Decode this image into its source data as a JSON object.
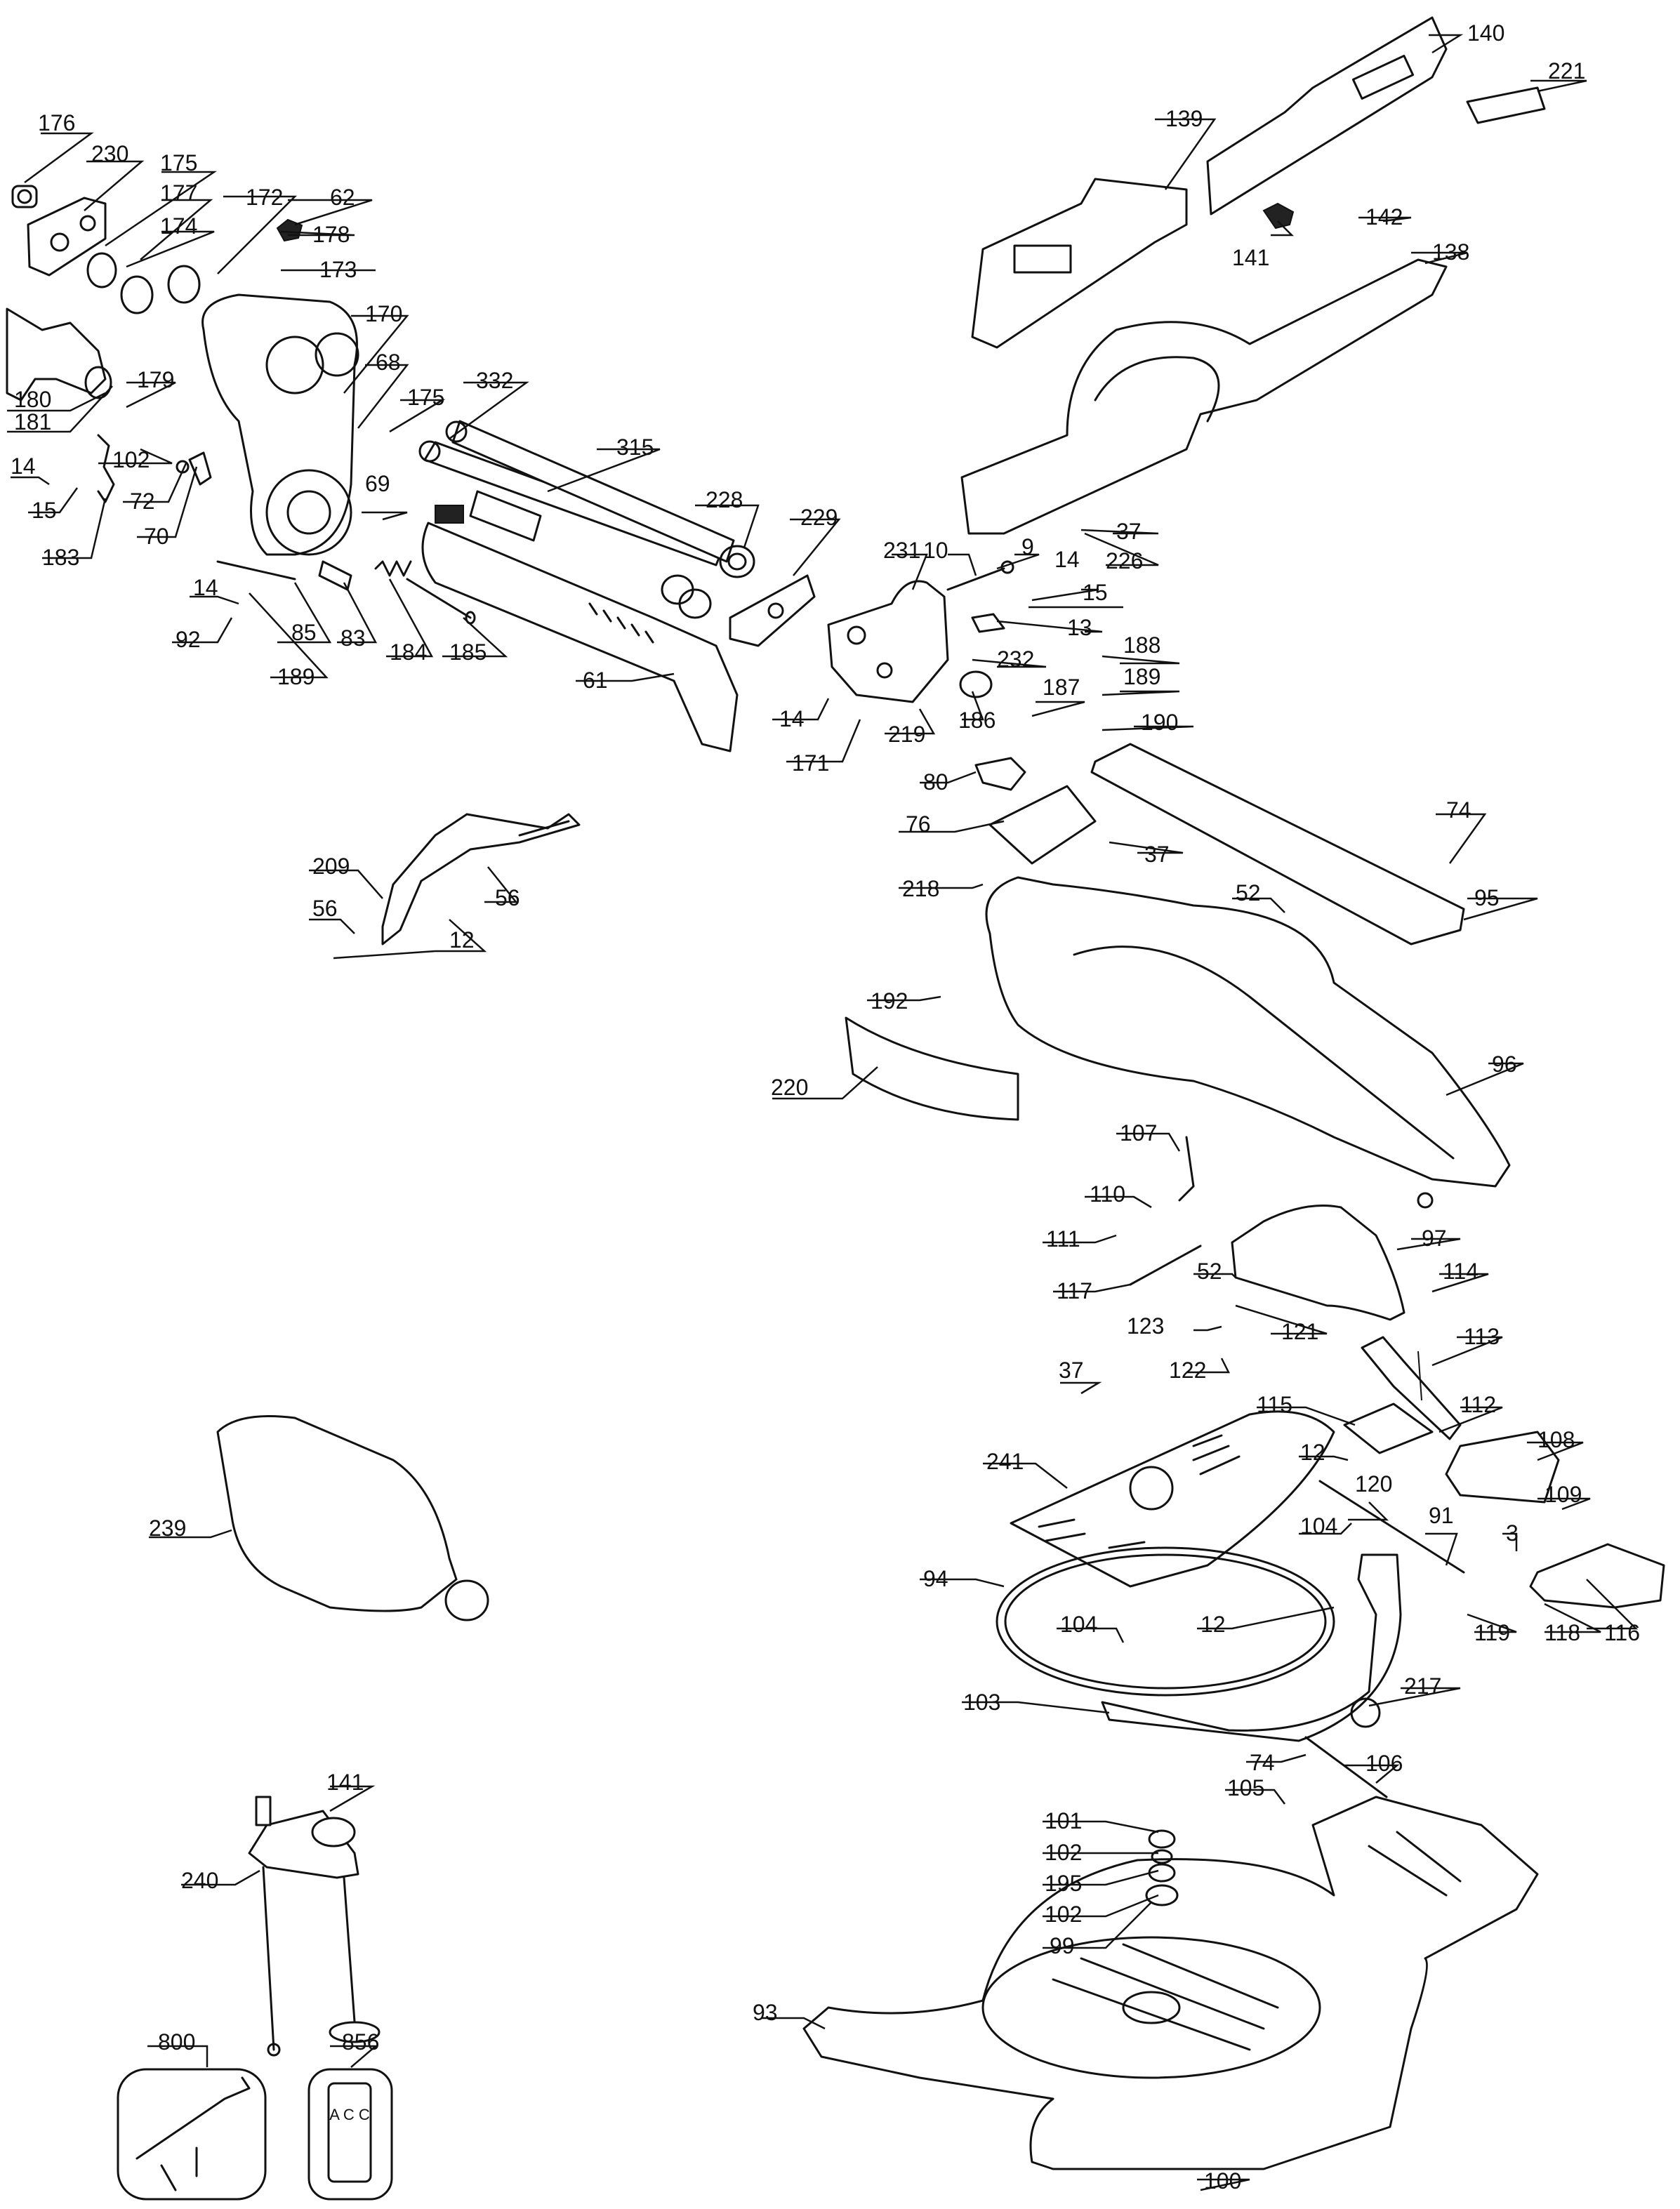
{
  "callouts": [
    {
      "id": "label-176",
      "text": "176"
    },
    {
      "id": "label-230",
      "text": "230"
    },
    {
      "id": "label-175a",
      "text": "175"
    },
    {
      "id": "label-177",
      "text": "177"
    },
    {
      "id": "label-174",
      "text": "174"
    },
    {
      "id": "label-172",
      "text": "172"
    },
    {
      "id": "label-62",
      "text": "62"
    },
    {
      "id": "label-178",
      "text": "178"
    },
    {
      "id": "label-173",
      "text": "173"
    },
    {
      "id": "label-170",
      "text": "170"
    },
    {
      "id": "label-68",
      "text": "68"
    },
    {
      "id": "label-175b",
      "text": "175"
    },
    {
      "id": "label-332",
      "text": "332"
    },
    {
      "id": "label-315",
      "text": "315"
    },
    {
      "id": "label-228",
      "text": "228"
    },
    {
      "id": "label-229",
      "text": "229"
    },
    {
      "id": "label-231",
      "text": "231"
    },
    {
      "id": "label-10",
      "text": "10"
    },
    {
      "id": "label-9",
      "text": "9"
    },
    {
      "id": "label-37a",
      "text": "37"
    },
    {
      "id": "label-226",
      "text": "226"
    },
    {
      "id": "label-14a",
      "text": "14"
    },
    {
      "id": "label-15a",
      "text": "15"
    },
    {
      "id": "label-13",
      "text": "13"
    },
    {
      "id": "label-232",
      "text": "232"
    },
    {
      "id": "label-188",
      "text": "188"
    },
    {
      "id": "label-189a",
      "text": "189"
    },
    {
      "id": "label-187",
      "text": "187"
    },
    {
      "id": "label-190",
      "text": "190"
    },
    {
      "id": "label-186",
      "text": "186"
    },
    {
      "id": "label-219",
      "text": "219"
    },
    {
      "id": "label-14b",
      "text": "14"
    },
    {
      "id": "label-171",
      "text": "171"
    },
    {
      "id": "label-80",
      "text": "80"
    },
    {
      "id": "label-76",
      "text": "76"
    },
    {
      "id": "label-37b",
      "text": "37"
    },
    {
      "id": "label-218",
      "text": "218"
    },
    {
      "id": "label-74a",
      "text": "74"
    },
    {
      "id": "label-52a",
      "text": "52"
    },
    {
      "id": "label-95",
      "text": "95"
    },
    {
      "id": "label-192",
      "text": "192"
    },
    {
      "id": "label-96",
      "text": "96"
    },
    {
      "id": "label-220",
      "text": "220"
    },
    {
      "id": "label-107",
      "text": "107"
    },
    {
      "id": "label-110",
      "text": "110"
    },
    {
      "id": "label-111",
      "text": "111"
    },
    {
      "id": "label-97",
      "text": "97"
    },
    {
      "id": "label-117",
      "text": "117"
    },
    {
      "id": "label-52b",
      "text": "52"
    },
    {
      "id": "label-114",
      "text": "114"
    },
    {
      "id": "label-123",
      "text": "123"
    },
    {
      "id": "label-121",
      "text": "121"
    },
    {
      "id": "label-113",
      "text": "113"
    },
    {
      "id": "label-122",
      "text": "122"
    },
    {
      "id": "label-37c",
      "text": "37"
    },
    {
      "id": "label-115",
      "text": "115"
    },
    {
      "id": "label-112",
      "text": "112"
    },
    {
      "id": "label-241",
      "text": "241"
    },
    {
      "id": "label-12a",
      "text": "12"
    },
    {
      "id": "label-108",
      "text": "108"
    },
    {
      "id": "label-120",
      "text": "120"
    },
    {
      "id": "label-109",
      "text": "109"
    },
    {
      "id": "label-104a",
      "text": "104"
    },
    {
      "id": "label-91",
      "text": "91"
    },
    {
      "id": "label-3",
      "text": "3"
    },
    {
      "id": "label-94",
      "text": "94"
    },
    {
      "id": "label-104b",
      "text": "104"
    },
    {
      "id": "label-12b",
      "text": "12"
    },
    {
      "id": "label-119",
      "text": "119"
    },
    {
      "id": "label-118",
      "text": "118"
    },
    {
      "id": "label-116",
      "text": "116"
    },
    {
      "id": "label-239",
      "text": "239"
    },
    {
      "id": "label-103",
      "text": "103"
    },
    {
      "id": "label-217",
      "text": "217"
    },
    {
      "id": "label-74b",
      "text": "74"
    },
    {
      "id": "label-106",
      "text": "106"
    },
    {
      "id": "label-105",
      "text": "105"
    },
    {
      "id": "label-101",
      "text": "101"
    },
    {
      "id": "label-102a",
      "text": "102"
    },
    {
      "id": "label-195",
      "text": "195"
    },
    {
      "id": "label-102b",
      "text": "102"
    },
    {
      "id": "label-99",
      "text": "99"
    },
    {
      "id": "label-141a",
      "text": "141"
    },
    {
      "id": "label-240",
      "text": "240"
    },
    {
      "id": "label-93",
      "text": "93"
    },
    {
      "id": "label-100",
      "text": "100"
    },
    {
      "id": "label-800",
      "text": "800"
    },
    {
      "id": "label-856",
      "text": "856"
    },
    {
      "id": "label-140",
      "text": "140"
    },
    {
      "id": "label-221",
      "text": "221"
    },
    {
      "id": "label-139",
      "text": "139"
    },
    {
      "id": "label-142",
      "text": "142"
    },
    {
      "id": "label-141b",
      "text": "141"
    },
    {
      "id": "label-138",
      "text": "138"
    },
    {
      "id": "label-179",
      "text": "179"
    },
    {
      "id": "label-180",
      "text": "180"
    },
    {
      "id": "label-181",
      "text": "181"
    },
    {
      "id": "label-102c",
      "text": "102"
    },
    {
      "id": "label-14c",
      "text": "14"
    },
    {
      "id": "label-15b",
      "text": "15"
    },
    {
      "id": "label-72",
      "text": "72"
    },
    {
      "id": "label-70",
      "text": "70"
    },
    {
      "id": "label-183",
      "text": "183"
    },
    {
      "id": "label-69",
      "text": "69"
    },
    {
      "id": "label-14d",
      "text": "14"
    },
    {
      "id": "label-85",
      "text": "85"
    },
    {
      "id": "label-83",
      "text": "83"
    },
    {
      "id": "label-184",
      "text": "184"
    },
    {
      "id": "label-185",
      "text": "185"
    },
    {
      "id": "label-61",
      "text": "61"
    },
    {
      "id": "label-92",
      "text": "92"
    },
    {
      "id": "label-189b",
      "text": "189"
    },
    {
      "id": "label-209",
      "text": "209"
    },
    {
      "id": "label-56a",
      "text": "56"
    },
    {
      "id": "label-56b",
      "text": "56"
    },
    {
      "id": "label-12c",
      "text": "12"
    }
  ],
  "accessory_856_text": "A C C"
}
